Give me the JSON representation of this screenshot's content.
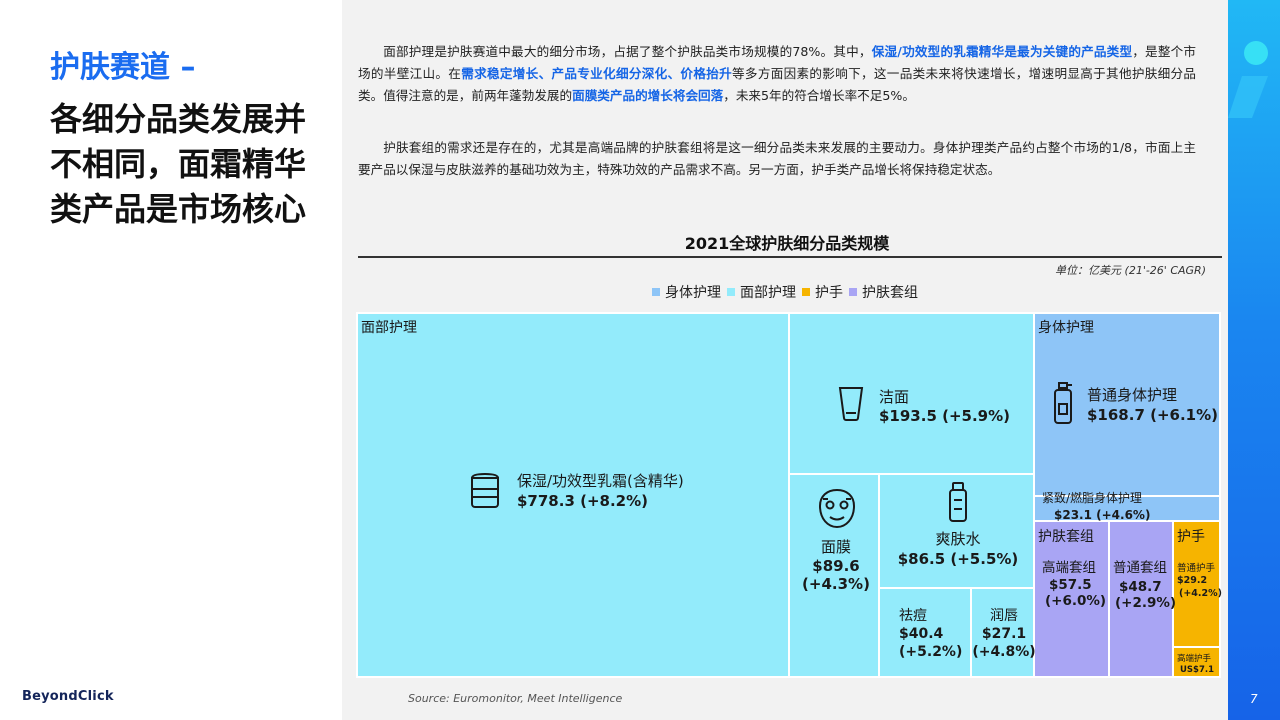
{
  "left": {
    "subtitle": "护肤赛道 –",
    "title": "各细分品类发展并不相同，面霜精华类产品是市场核心",
    "logo": "BeyondClick"
  },
  "paragraphs": {
    "p1": [
      {
        "t": "面部护理是护肤赛道中最大的细分市场，占据了整个护肤品类市场规模的78%。其中，",
        "h": false
      },
      {
        "t": "保湿/功效型的乳霜精华是最为关键的产品类型",
        "h": true
      },
      {
        "t": "，是整个市场的半壁江山。在",
        "h": false
      },
      {
        "t": "需求稳定增长、产品专业化细分深化、价格抬升",
        "h": true
      },
      {
        "t": "等多方面因素的影响下，这一品类未来将快速增长，增速明显高于其他护肤细分品类。值得注意的是，前两年蓬勃发展的",
        "h": false
      },
      {
        "t": "面膜类产品的增长将会回落",
        "h": true
      },
      {
        "t": "，未来5年的符合增长率不足5%。",
        "h": false
      }
    ],
    "p2": "护肤套组的需求还是存在的，尤其是高端品牌的护肤套组将是这一细分品类未来发展的主要动力。身体护理类产品约占整个市场的1/8，市面上主要产品以保湿与皮肤滋养的基础功效为主，特殊功效的产品需求不高。另一方面，护手类产品增长将保持稳定状态。"
  },
  "chart_data": {
    "type": "treemap",
    "title": "2021全球护肤细分品类规模",
    "unit_note": "单位：亿美元 (21'-26' CAGR)",
    "legend": [
      {
        "name": "身体护理",
        "color": "#8ec5f7"
      },
      {
        "name": "面部护理",
        "color": "#93ebfb"
      },
      {
        "name": "护手",
        "color": "#f6b400"
      },
      {
        "name": "护肤套组",
        "color": "#a9a5f4"
      }
    ],
    "groups": [
      {
        "name": "面部护理",
        "color": "#93ebfb",
        "items": [
          {
            "name": "保湿/功效型乳霜(含精华)",
            "value": 778.3,
            "cagr": "+8.2%",
            "value_label": "$778.3 (+8.2%)",
            "icon": "cream-jar-icon"
          },
          {
            "name": "洁面",
            "value": 193.5,
            "cagr": "+5.9%",
            "value_label": "$193.5 (+5.9%)",
            "icon": "cleanser-tube-icon"
          },
          {
            "name": "面膜",
            "value": 89.6,
            "cagr": "+4.3%",
            "value_label": "$89.6",
            "value_label2": "(+4.3%)",
            "icon": "face-mask-icon"
          },
          {
            "name": "爽肤水",
            "value": 86.5,
            "cagr": "+5.5%",
            "value_label": "$86.5 (+5.5%)",
            "icon": "toner-bottle-icon"
          },
          {
            "name": "祛痘",
            "value": 40.4,
            "cagr": "+5.2%",
            "value_label": "$40.4",
            "value_label2": "(+5.2%)"
          },
          {
            "name": "润唇",
            "value": 27.1,
            "cagr": "+4.8%",
            "value_label": "$27.1",
            "value_label2": "(+4.8%)"
          }
        ]
      },
      {
        "name": "身体护理",
        "color": "#8ec5f7",
        "items": [
          {
            "name": "普通身体护理",
            "value": 168.7,
            "cagr": "+6.1%",
            "value_label": "$168.7 (+6.1%)",
            "icon": "pump-bottle-icon"
          },
          {
            "name": "紧致/燃脂身体护理",
            "value": 23.1,
            "cagr": "+4.6%",
            "value_label": "$23.1 (+4.6%)"
          }
        ]
      },
      {
        "name": "护肤套组",
        "color": "#a9a5f4",
        "items": [
          {
            "name": "高端套组",
            "value": 57.5,
            "cagr": "+6.0%",
            "value_label": "$57.5",
            "value_label2": "(+6.0%)"
          },
          {
            "name": "普通套组",
            "value": 48.7,
            "cagr": "+2.9%",
            "value_label": "$48.7",
            "value_label2": "(+2.9%)"
          }
        ]
      },
      {
        "name": "护手",
        "color": "#f6b400",
        "items": [
          {
            "name": "普通护手",
            "value": 29.2,
            "cagr": "+4.2%",
            "value_label": "$29.2",
            "value_label2": "(+4.2%)"
          },
          {
            "name": "高端护手",
            "value": 7.1,
            "value_label": "US$7.1"
          }
        ]
      }
    ]
  },
  "source": "Source: Euromonitor, Meet Intelligence",
  "page_number": "7"
}
